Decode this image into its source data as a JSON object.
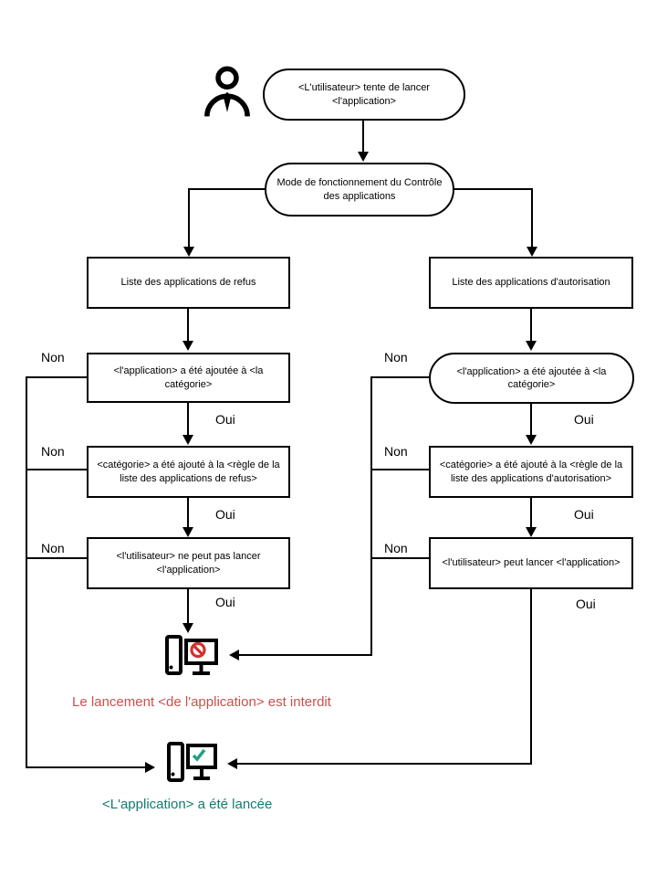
{
  "labels": {
    "yes": "Oui",
    "no": "Non"
  },
  "nodes": {
    "start": "<L'utilisateur> tente de lancer <l'application>",
    "mode": "Mode de fonctionnement du Contrôle des applications",
    "deny_list": "Liste des applications de refus",
    "allow_list": "Liste des applications d'autorisation",
    "deny_app_in_category": "<l'application>  a été ajoutée à <la catégorie>",
    "allow_app_in_category": "<l'application>  a été ajoutée à <la catégorie>",
    "deny_category_in_rule": "<catégorie> a été ajouté  à la <règle de la liste des applications de refus>",
    "allow_category_in_rule": "<catégorie> a été ajouté  à la <règle de la liste des applications d'autorisation>",
    "deny_user_cannot_launch": "<l'utilisateur> ne peut pas lancer <l'application>",
    "allow_user_can_launch": "<l'utilisateur> peut lancer <l'application>"
  },
  "outcomes": {
    "forbidden": "Le lancement  <de l'application> est interdit",
    "launched": "<L'application> a été lancée"
  },
  "icons": {
    "person": "user-icon",
    "blocked_computer": "blocked-computer-icon",
    "launched_computer": "launched-computer-icon"
  },
  "colors": {
    "line": "#000000",
    "background": "#ffffff",
    "forbidden_text": "#c9514d",
    "launched_text": "#0e7d70",
    "prohibition": "#d3312e",
    "check": "#23a184"
  }
}
